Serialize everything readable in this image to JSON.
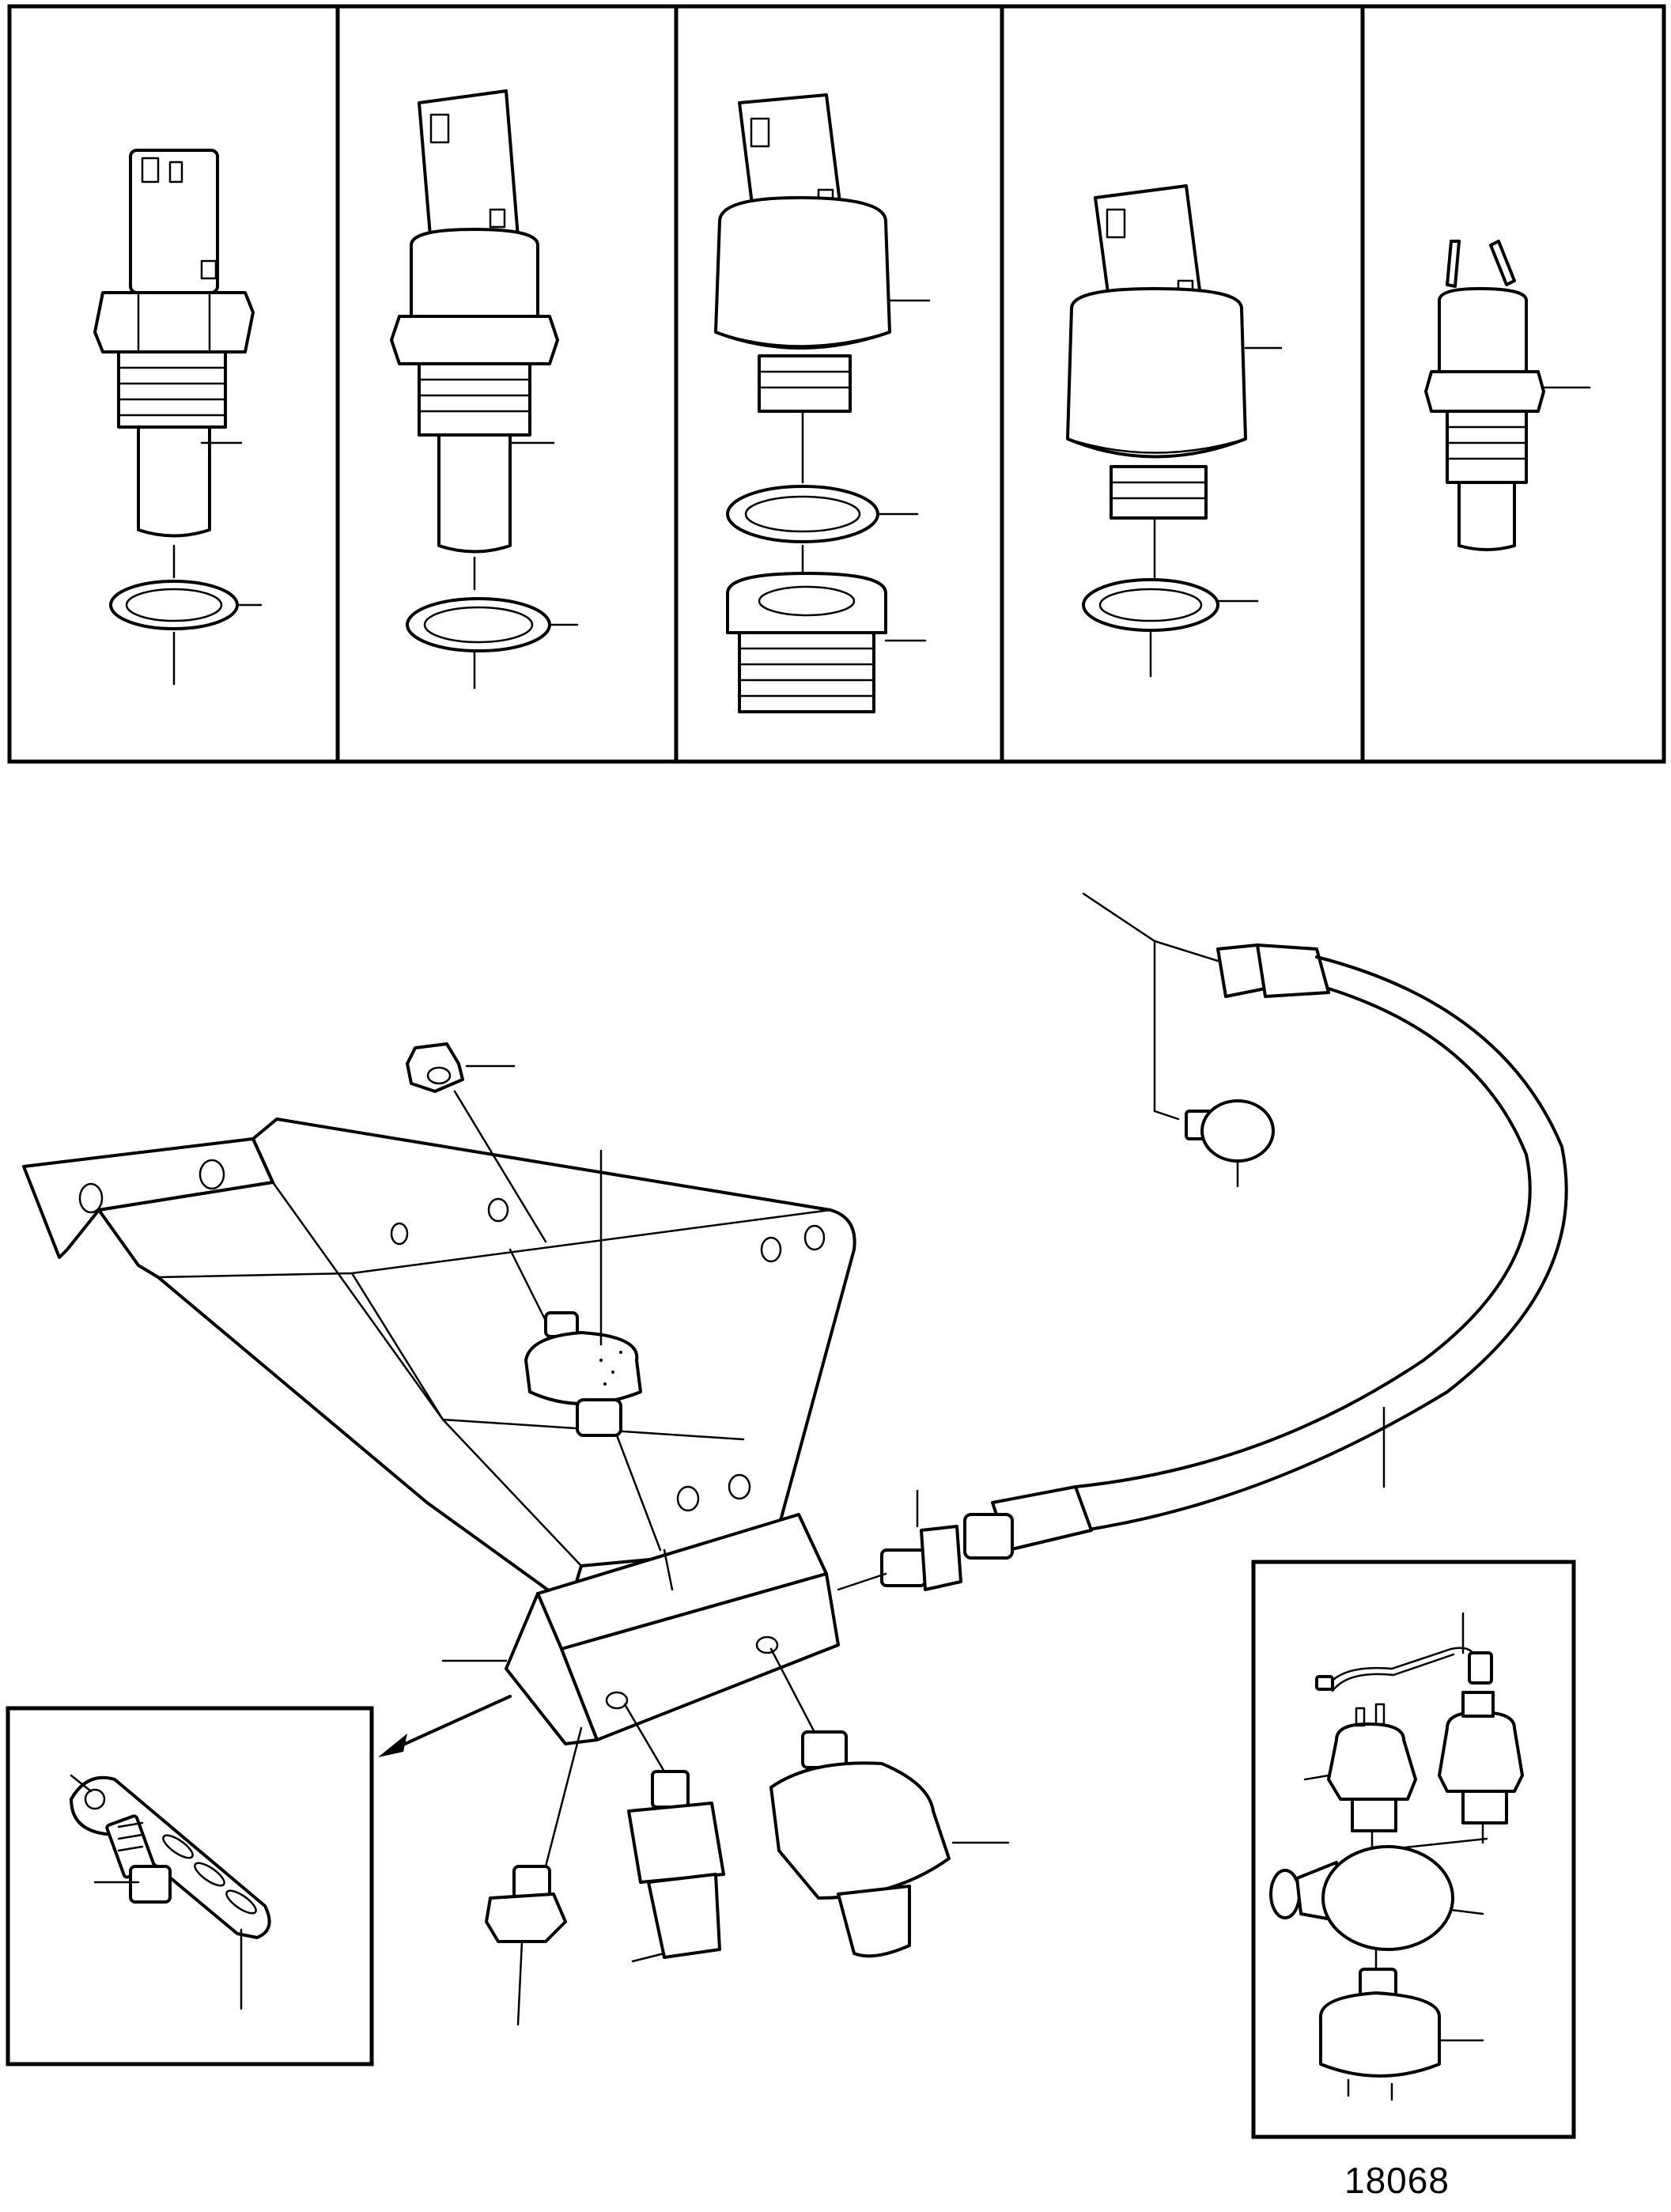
{
  "figure": {
    "reference_number": "18068"
  },
  "top_panel": {
    "sections": [
      {
        "part": "temperature-sensor-long"
      },
      {
        "part": "temperature-sensor-with-collar"
      },
      {
        "part": "pressure-sensor-with-adapter"
      },
      {
        "part": "pressure-sensor"
      },
      {
        "part": "temperature-switch-spade-terminals"
      }
    ]
  },
  "icons": {
    "bracket": "triangular-bracket",
    "hose": "pressure-hose",
    "block": "sensor-block",
    "inset_bracket": "mounting-strap",
    "inset_sensors": "sensor-kit"
  },
  "colors": {
    "line": "#000000",
    "background": "#ffffff"
  }
}
